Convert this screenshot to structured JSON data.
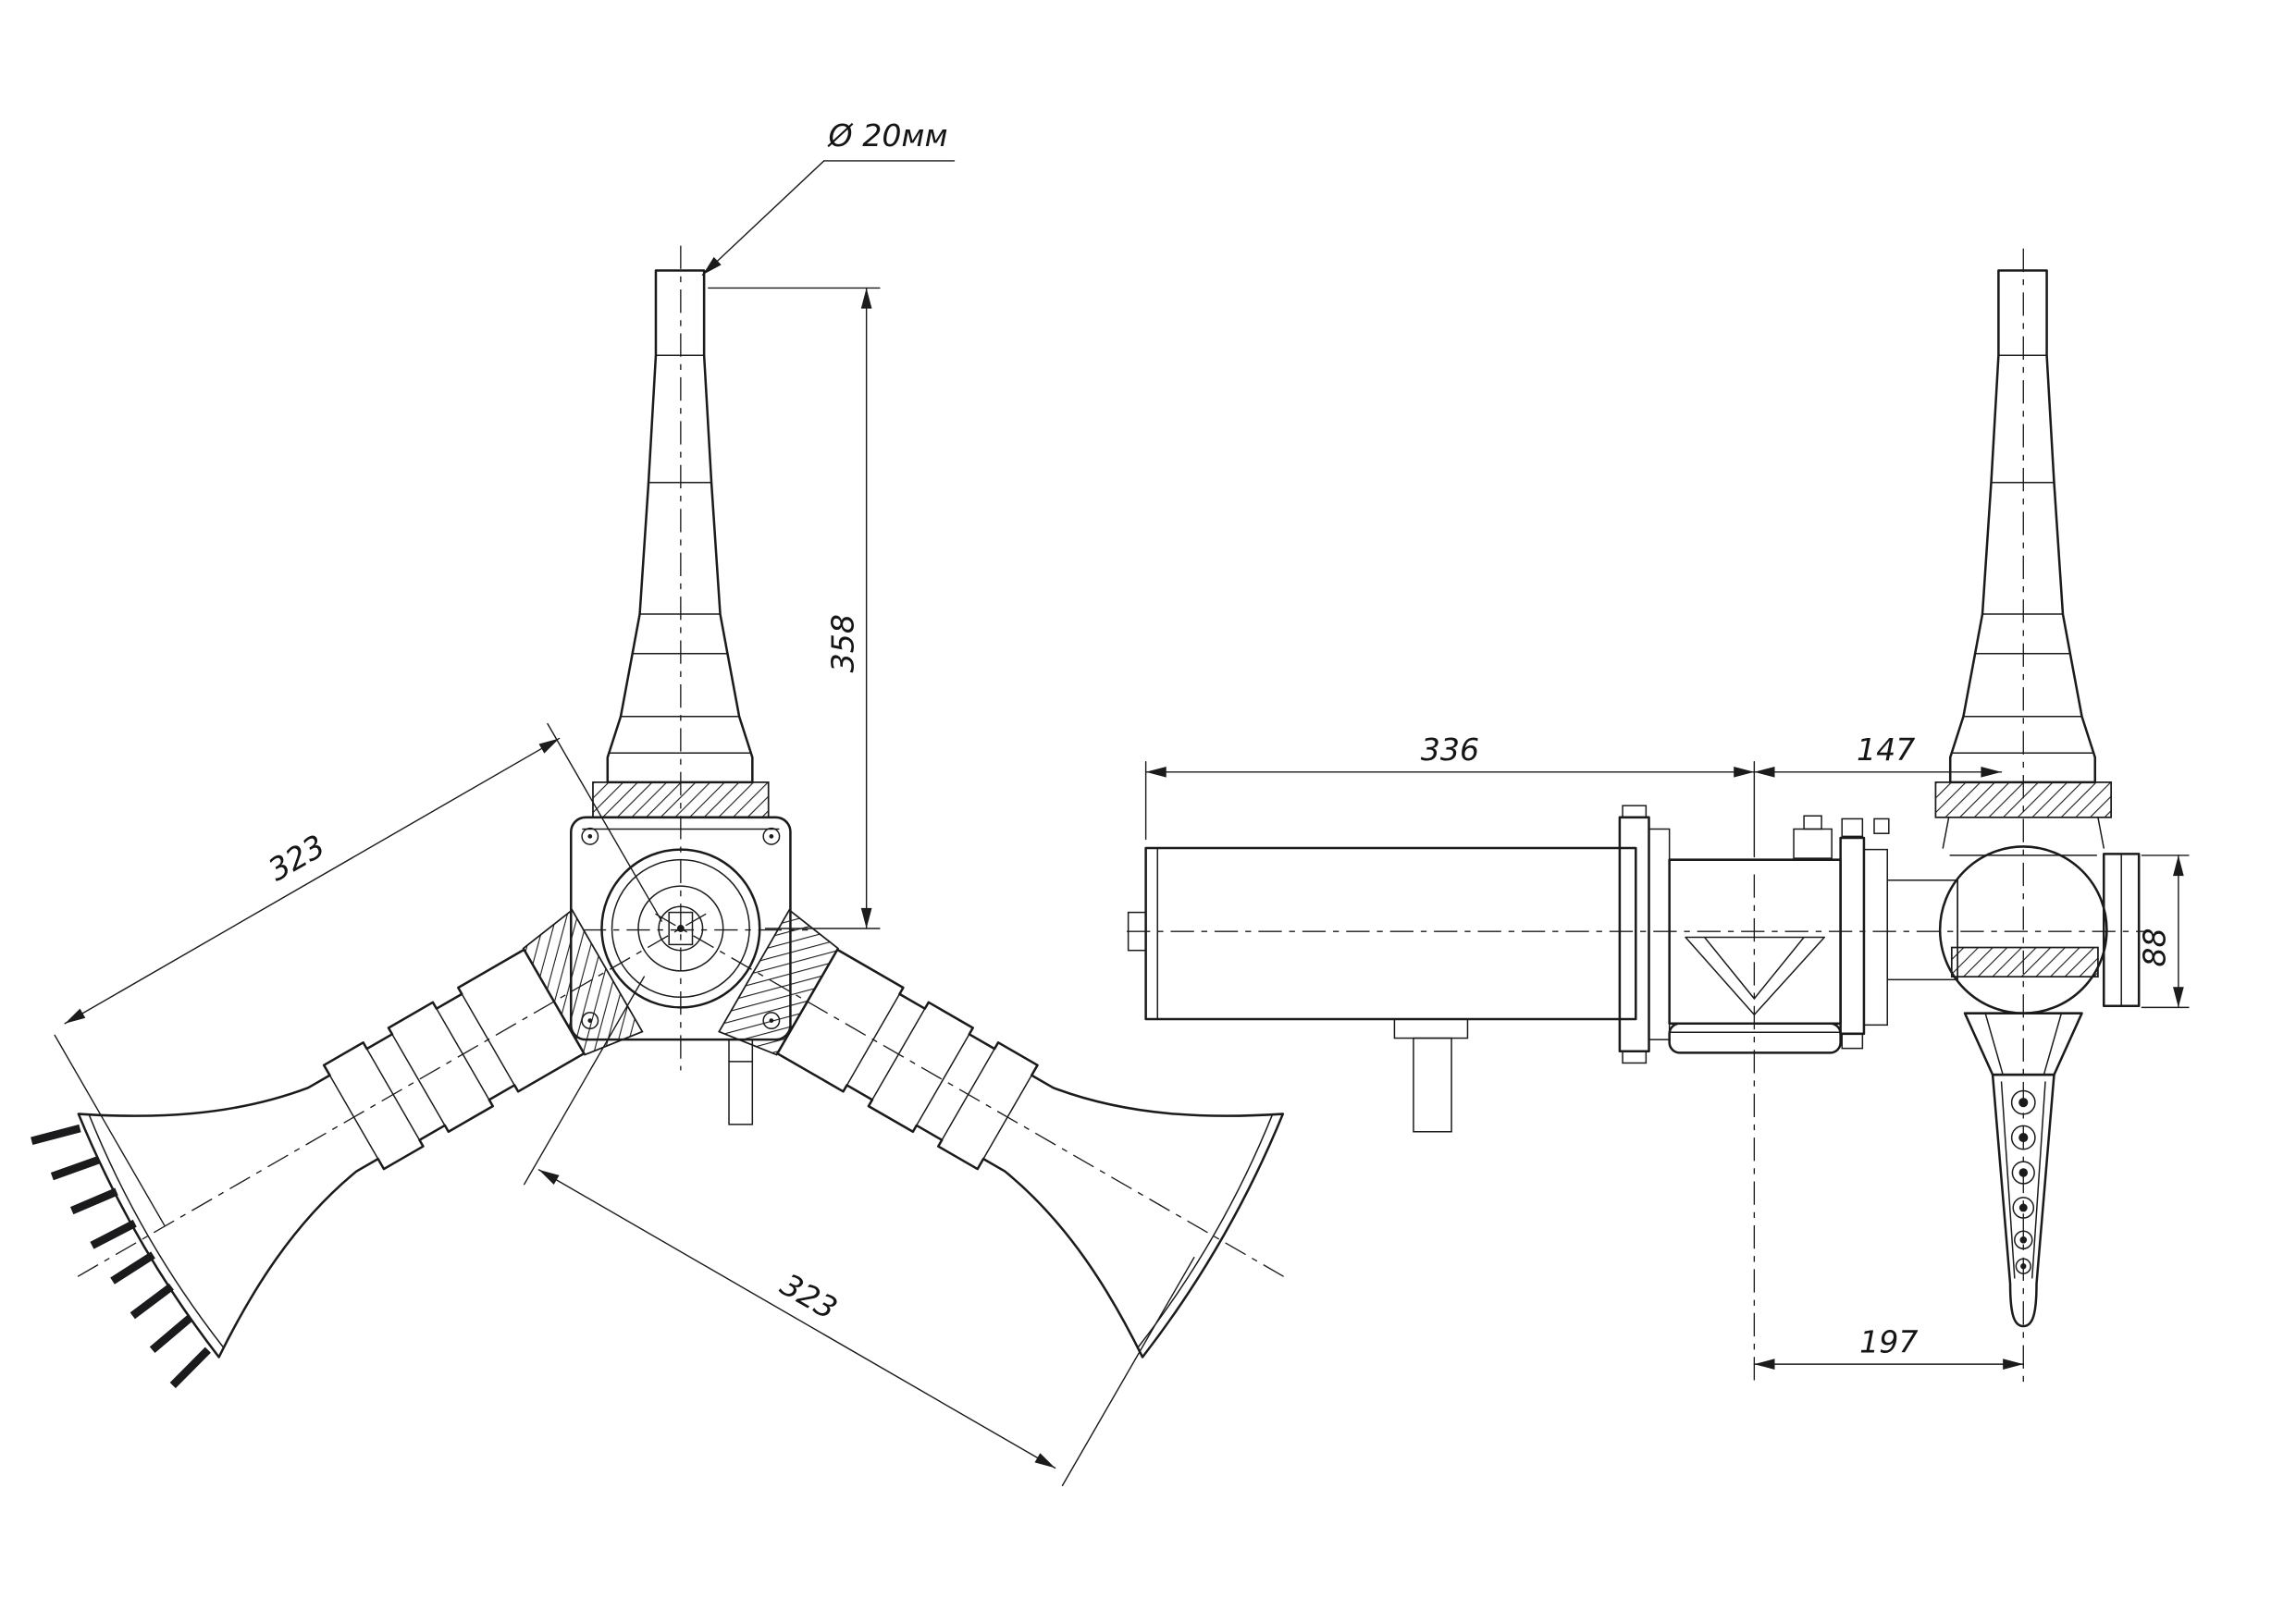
{
  "drawing": {
    "background": "#ffffff",
    "line_color": "#1b1b1d",
    "dimensions": {
      "nozzle_diameter_label": "Ø 20мм",
      "vertical_height": "358",
      "left_horn_length": "323",
      "right_horn_length": "323",
      "body_length": "336",
      "head_offset": "147",
      "outlet_height": "88",
      "nozzle_drop": "197"
    }
  }
}
